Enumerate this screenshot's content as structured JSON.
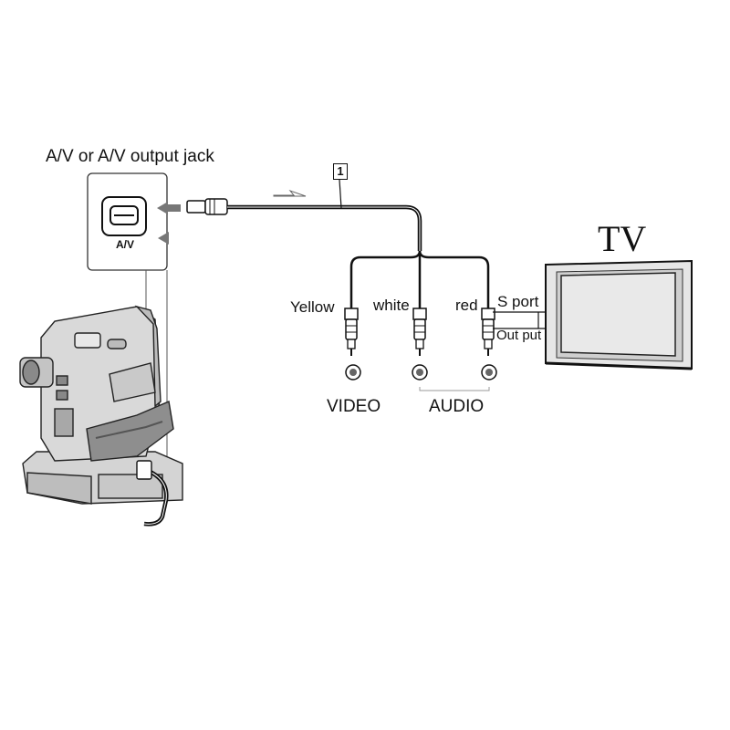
{
  "labels": {
    "jack_title": "A/V or A/V output jack",
    "jack_label": "A/V",
    "callout": "1",
    "tv": "TV",
    "yellow": "Yellow",
    "white": "white",
    "red": "red",
    "s_port": "S port",
    "output": "Out put",
    "video": "VIDEO",
    "audio": "AUDIO"
  },
  "icons": [
    "camcorder-icon",
    "tv-icon",
    "av-jack-icon",
    "rca-plug-icon",
    "rca-socket-icon",
    "arrow-icon"
  ]
}
